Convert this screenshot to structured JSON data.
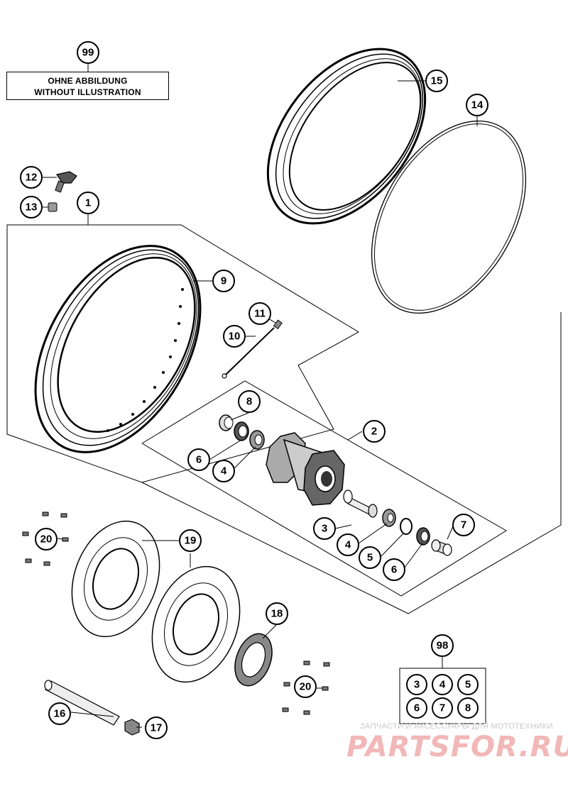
{
  "note": {
    "line1": "OHNE ABBILDUNG",
    "line2": "WITHOUT ILLUSTRATION"
  },
  "callouts": [
    {
      "id": "c99",
      "label": "99"
    },
    {
      "id": "c15",
      "label": "15"
    },
    {
      "id": "c14",
      "label": "14"
    },
    {
      "id": "c12",
      "label": "12"
    },
    {
      "id": "c13",
      "label": "13"
    },
    {
      "id": "c1",
      "label": "1"
    },
    {
      "id": "c9",
      "label": "9"
    },
    {
      "id": "c11",
      "label": "11"
    },
    {
      "id": "c10",
      "label": "10"
    },
    {
      "id": "c8a",
      "label": "8"
    },
    {
      "id": "c6a",
      "label": "6"
    },
    {
      "id": "c4a",
      "label": "4"
    },
    {
      "id": "c2",
      "label": "2"
    },
    {
      "id": "c3",
      "label": "3"
    },
    {
      "id": "c4b",
      "label": "4"
    },
    {
      "id": "c5",
      "label": "5"
    },
    {
      "id": "c6b",
      "label": "6"
    },
    {
      "id": "c7",
      "label": "7"
    },
    {
      "id": "c20a",
      "label": "20"
    },
    {
      "id": "c19",
      "label": "19"
    },
    {
      "id": "c18",
      "label": "18"
    },
    {
      "id": "c98",
      "label": "98"
    },
    {
      "id": "c20b",
      "label": "20"
    },
    {
      "id": "c16",
      "label": "16"
    },
    {
      "id": "c17",
      "label": "17"
    }
  ],
  "kit98": [
    "3",
    "4",
    "5",
    "6",
    "7",
    "8"
  ],
  "watermark": {
    "subtitle": "ЗАПЧАСТИ И АКСЕССУАРЫ ДЛЯ МОТОТЕХНИКИ",
    "brand": "PARTSFOR.RU"
  }
}
